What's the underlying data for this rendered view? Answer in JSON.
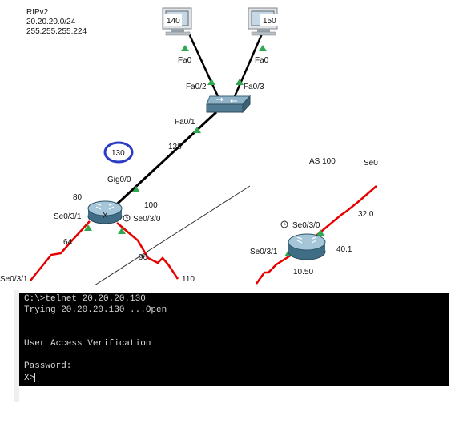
{
  "note": {
    "lines": [
      "RIPv2",
      "20.20.20.0/24",
      "255.255.255.224"
    ]
  },
  "pcs": [
    {
      "label": "140"
    },
    {
      "label": "150"
    }
  ],
  "interfaces": {
    "pc1_fa0": "Fa0",
    "pc2_fa0": "Fa0",
    "sw_fa02": "Fa0/2",
    "sw_fa03": "Fa0/3",
    "sw_fa01": "Fa0/1",
    "link_128": "128",
    "circle_130": "130",
    "gig00": "Gig0/0",
    "r1_80": "80",
    "r1_100": "100",
    "r1_x": "X",
    "r1_se031": "Se0/3/1",
    "r1_se030": "Se0/3/0",
    "r1_64": "64",
    "r1_96": "96",
    "r1_110": "110",
    "left_se031": "Se0/3/1",
    "as100": "AS 100",
    "se0_right": "Se0",
    "r2_320": "32.0",
    "r2_se030": "Se0/3/0",
    "r2_se031": "Se0/3/1",
    "r2_401": "40.1",
    "r2_1050": "10.50"
  },
  "console": {
    "lines": [
      "C:\\>telnet 20.20.20.130",
      "Trying 20.20.20.130 ...Open",
      "",
      "",
      "User Access Verification",
      "",
      "Password:",
      "X>"
    ]
  },
  "colors": {
    "link": "#000000",
    "serial": "#e60000",
    "port_up": "#2fa84f",
    "highlight_circle": "#2b3cc4"
  }
}
